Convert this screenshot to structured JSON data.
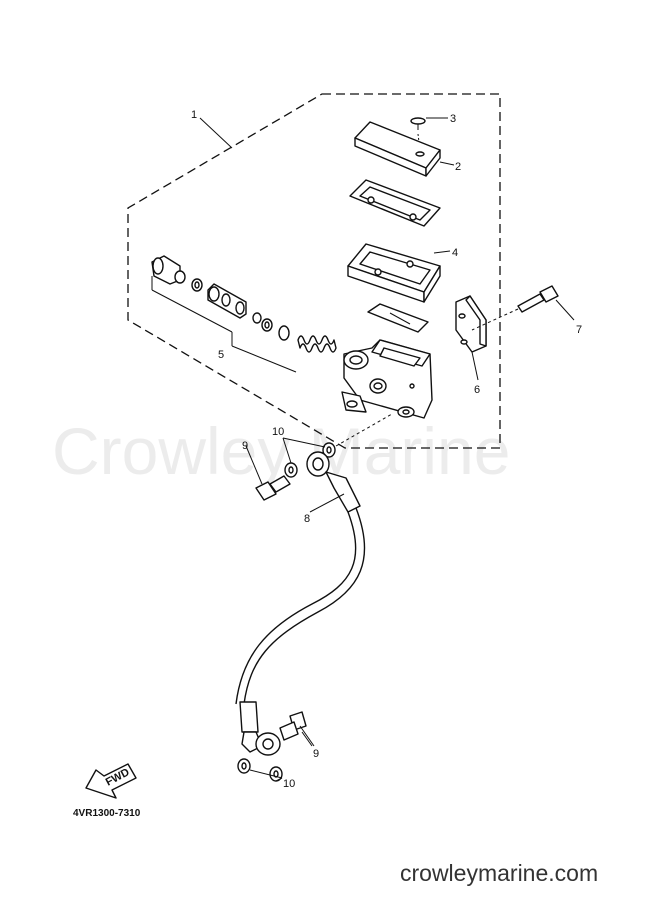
{
  "watermark": "Crowley Marine",
  "footer_url": "crowleymarine.com",
  "reference_code": "4VR1300-7310",
  "fwd_label": "FWD",
  "callouts": {
    "c1": "1",
    "c2": "2",
    "c3": "3",
    "c4": "4",
    "c5": "5",
    "c6": "6",
    "c7": "7",
    "c8": "8",
    "c9a": "9",
    "c9b": "9",
    "c10a": "10",
    "c10b": "10"
  }
}
